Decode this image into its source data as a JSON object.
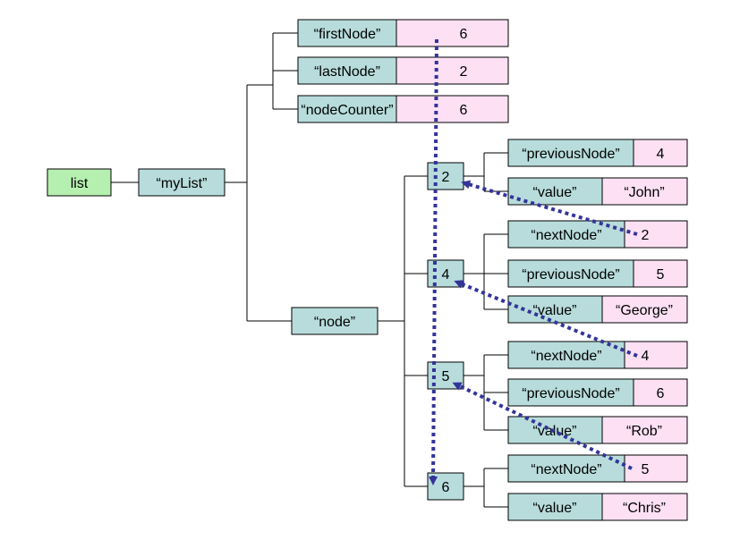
{
  "colors": {
    "root_fill": "#b6f0b0",
    "key_fill": "#b7dcdb",
    "value_fill": "#fde0f4",
    "line": "#000000",
    "arrow": "#33349a"
  },
  "root": {
    "label": "list"
  },
  "list_key": {
    "label": "“myList”"
  },
  "list_fields": [
    {
      "key": "“firstNode”",
      "value": "6"
    },
    {
      "key": "“lastNode”",
      "value": "2"
    },
    {
      "key": "“nodeCounter”",
      "value": "6"
    }
  ],
  "node_key": {
    "label": "“node”"
  },
  "nodes": [
    {
      "id": "2",
      "fields": [
        {
          "key": "“previousNode”",
          "value": "4"
        },
        {
          "key": "“value”",
          "value": "“John”"
        }
      ]
    },
    {
      "id": "4",
      "fields": [
        {
          "key": "“nextNode”",
          "value": "2"
        },
        {
          "key": "“previousNode”",
          "value": "5"
        },
        {
          "key": "“value”",
          "value": "“George”"
        }
      ]
    },
    {
      "id": "5",
      "fields": [
        {
          "key": "“nextNode”",
          "value": "4"
        },
        {
          "key": "“previousNode”",
          "value": "6"
        },
        {
          "key": "“value”",
          "value": "“Rob”"
        }
      ]
    },
    {
      "id": "6",
      "fields": [
        {
          "key": "“nextNode”",
          "value": "5"
        },
        {
          "key": "“value”",
          "value": "“Chris”"
        }
      ]
    }
  ]
}
